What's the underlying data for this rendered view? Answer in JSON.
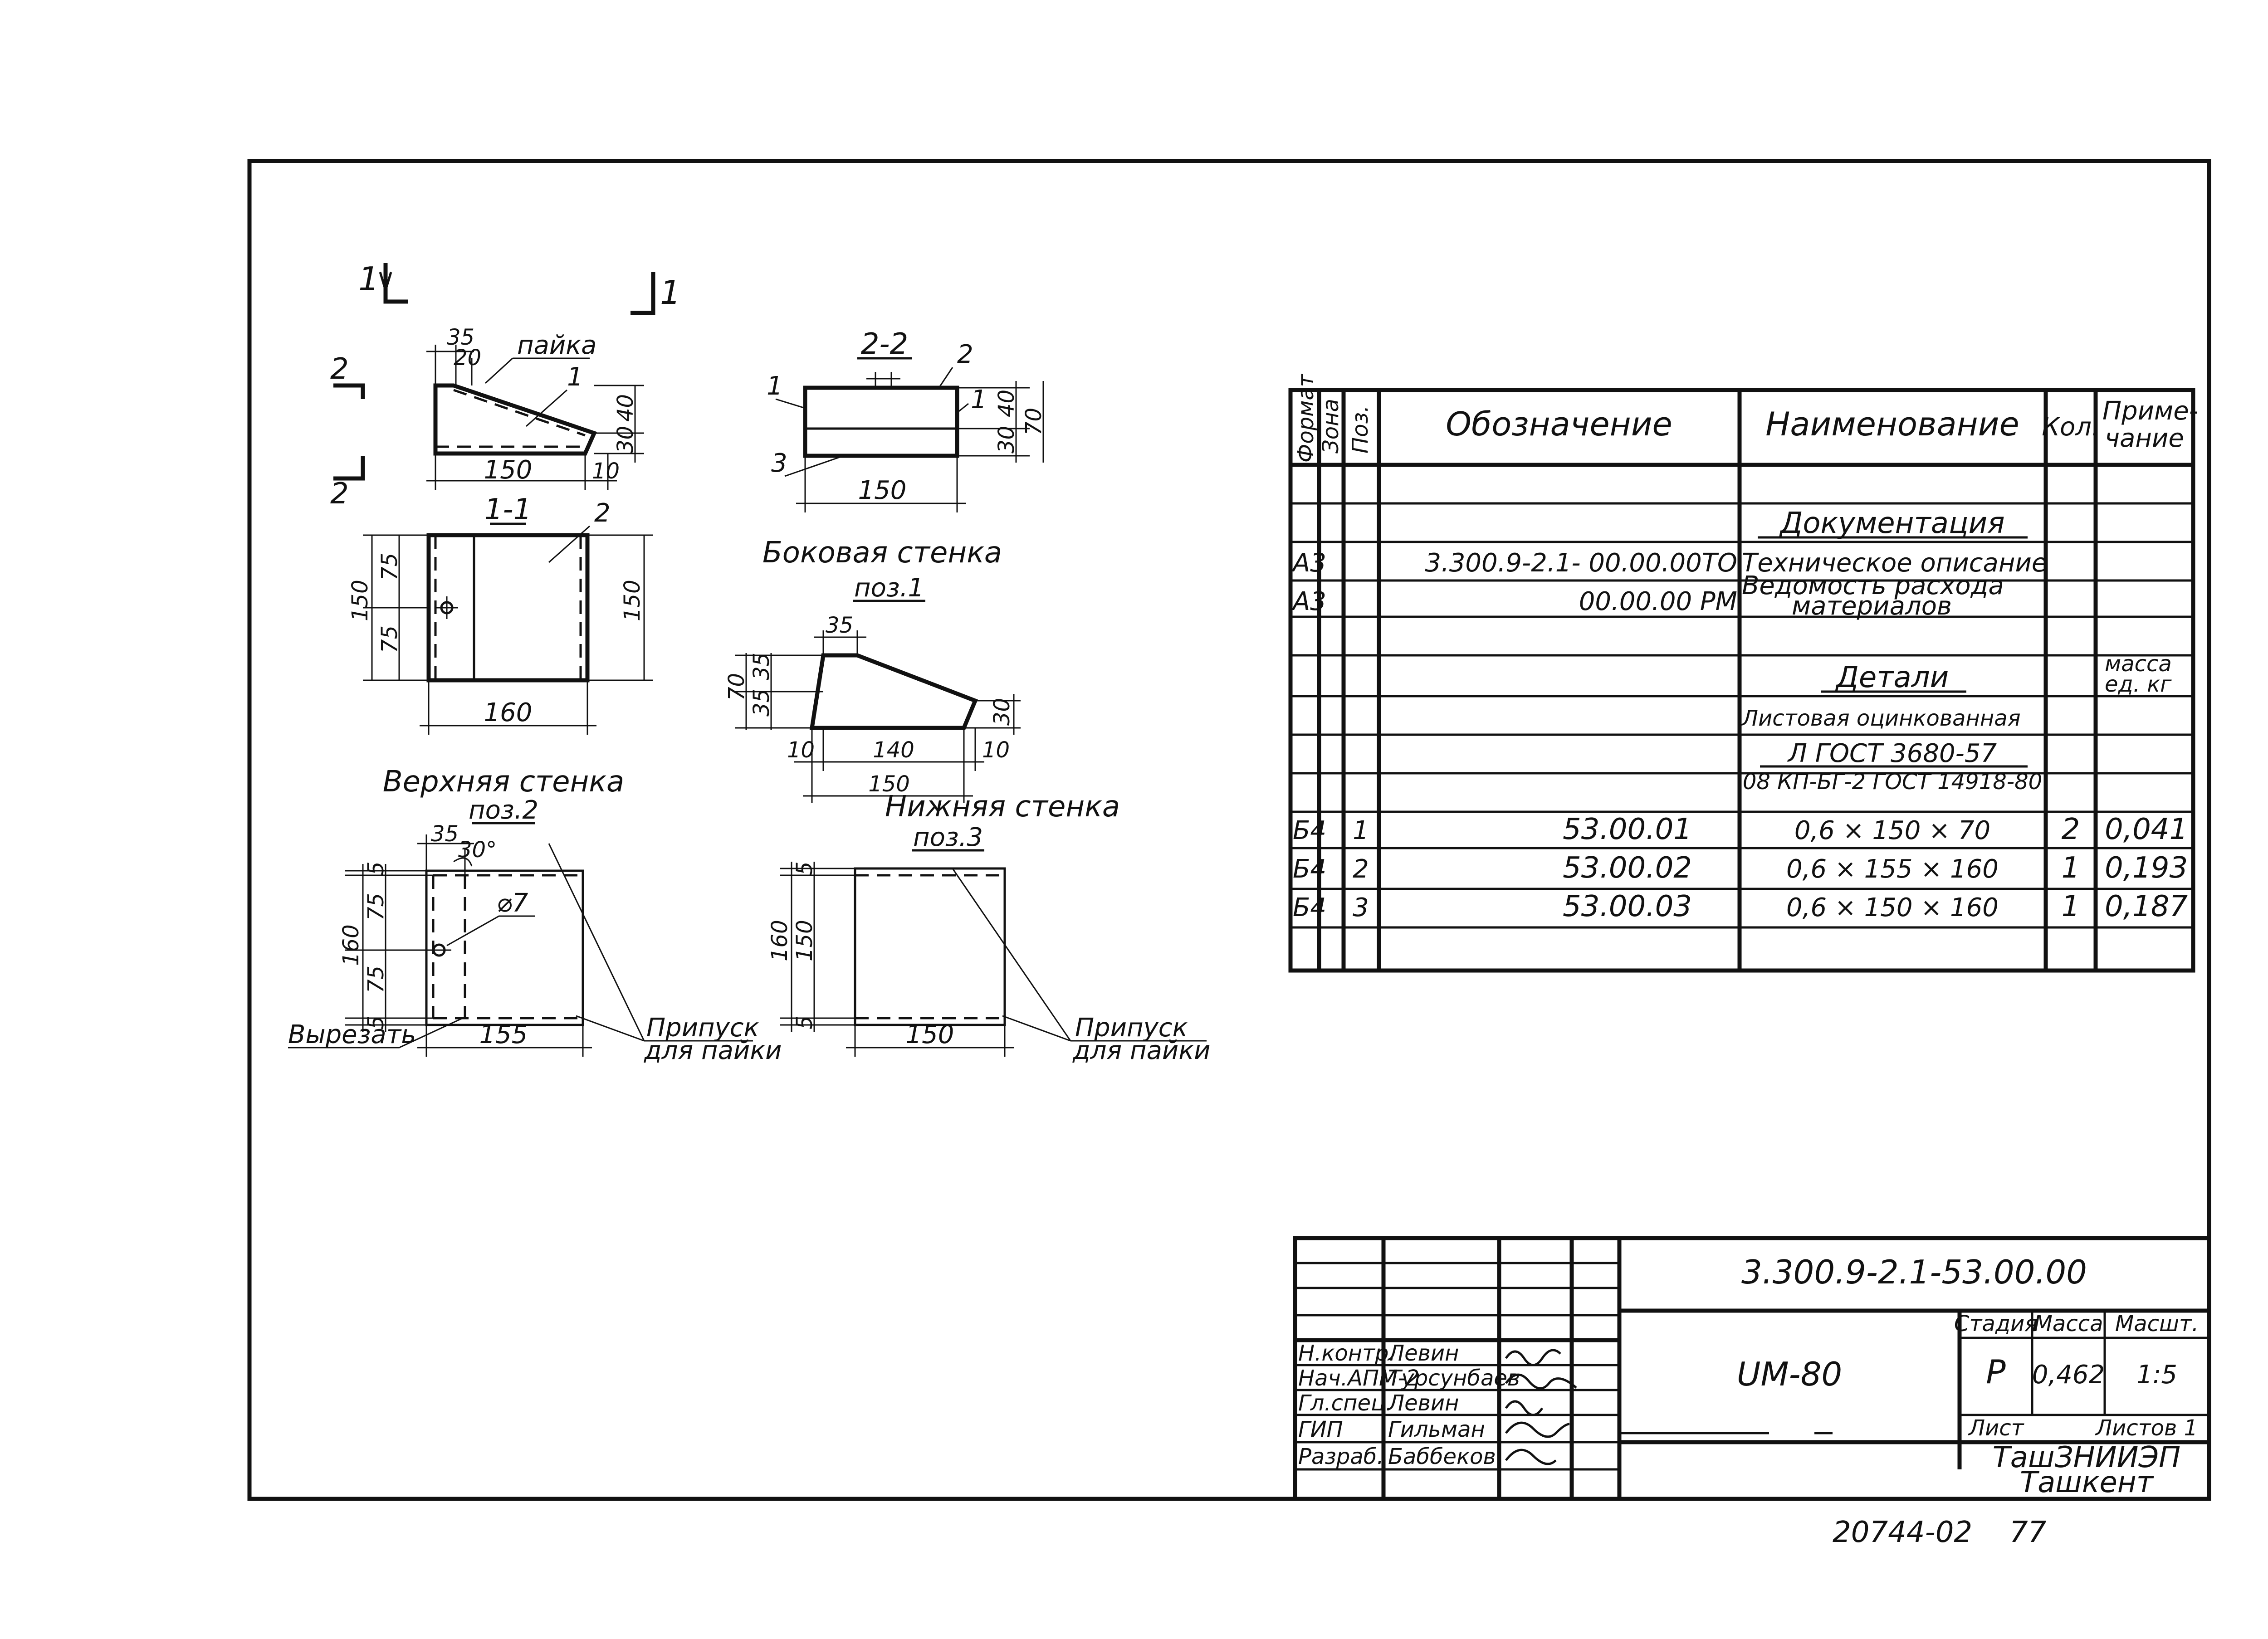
{
  "drawing": {
    "section_mark": "1",
    "section_mark_2": "2",
    "section_title_11": "1-1",
    "section_title_22": "2-2",
    "label_solder": "пайка",
    "pos1": "1",
    "pos2": "2",
    "pos3": "3",
    "top_view": {
      "dims": [
        "35",
        "20",
        "40",
        "30",
        "10",
        "150",
        "75",
        "75",
        "150",
        "150",
        "160"
      ]
    },
    "side_wall_title": "Боковая стенка",
    "side_wall_pos": "поз.1",
    "side_wall_dims": [
      "35",
      "35",
      "35",
      "70",
      "140",
      "150",
      "10",
      "10",
      "30"
    ],
    "section22_dims": [
      "40",
      "30",
      "70",
      "150"
    ],
    "upper_wall_title": "Верхняя стенка",
    "upper_wall_pos": "поз.2",
    "upper_wall_dims": [
      "35",
      "30°",
      "5",
      "75",
      "75",
      "160",
      "5",
      "155",
      "⌀7"
    ],
    "lower_wall_title": "Нижняя стенка",
    "lower_wall_pos": "поз.3",
    "lower_wall_dims": [
      "5",
      "160",
      "150",
      "5",
      "150"
    ],
    "cut_label": "Вырезать",
    "allowance_label_1": "Припуск",
    "allowance_label_2": "для пайки"
  },
  "spec_table": {
    "headers": [
      "Формат",
      "Зона",
      "Поз.",
      "Обозначение",
      "Наименование",
      "Кол.",
      "Приме-\nчание"
    ],
    "header_format": "Формат",
    "header_zone": "Зона",
    "header_pos": "Поз.",
    "header_designation": "Обозначение",
    "header_name": "Наименование",
    "header_qty": "Кол.",
    "header_note_1": "Приме-",
    "header_note_2": "чание",
    "section_docs": "Документация",
    "rows": [
      {
        "format": "A3",
        "designation": "3.300.9-2.1- 00.00.00ТО",
        "name": "Техническое описание"
      },
      {
        "format": "A3",
        "designation": "00.00.00 РМ",
        "name_1": "Ведомость расхода",
        "name_2": "материалов"
      }
    ],
    "section_parts": "Детали",
    "mass_note_1": "масса",
    "mass_note_2": "ед. кг",
    "material_1": "Листовая оцинкованная",
    "material_2": "Л ГОСТ 3680-57",
    "material_3": "08 КП-БГ-2 ГОСТ 14918-80",
    "parts": [
      {
        "format": "Б4",
        "pos": "1",
        "designation": "53.00.01",
        "name": "0,6 × 150 × 70",
        "qty": "2",
        "note": "0,041"
      },
      {
        "format": "Б4",
        "pos": "2",
        "designation": "53.00.02",
        "name": "0,6 × 155 × 160",
        "qty": "1",
        "note": "0,193"
      },
      {
        "format": "Б4",
        "pos": "3",
        "designation": "53.00.03",
        "name": "0,6 × 150 × 160",
        "qty": "1",
        "note": "0,187"
      }
    ]
  },
  "title_block": {
    "doc_number": "3.300.9-2.1-53.00.00",
    "product_name": "UМ-80",
    "stage_label": "Стадия",
    "mass_label": "Масса",
    "scale_label": "Масшт.",
    "stage": "Р",
    "mass": "0,462",
    "scale": "1:5",
    "sheet_label": "Лист",
    "sheets_label": "Листов 1",
    "org_1": "ТашЗНИИЭП",
    "org_2": "Ташкент",
    "people": [
      {
        "role": "Н.контр.",
        "name": "Левин"
      },
      {
        "role": "Нач.АПМ-2",
        "name": "Турсунбаев"
      },
      {
        "role": "Гл.спец.",
        "name": "Левин"
      },
      {
        "role": "ГИП",
        "name": "Гильман"
      },
      {
        "role": "Разраб.",
        "name": "Баббеков"
      }
    ]
  },
  "footer": {
    "archive_number": "20744-02",
    "page": "77"
  }
}
